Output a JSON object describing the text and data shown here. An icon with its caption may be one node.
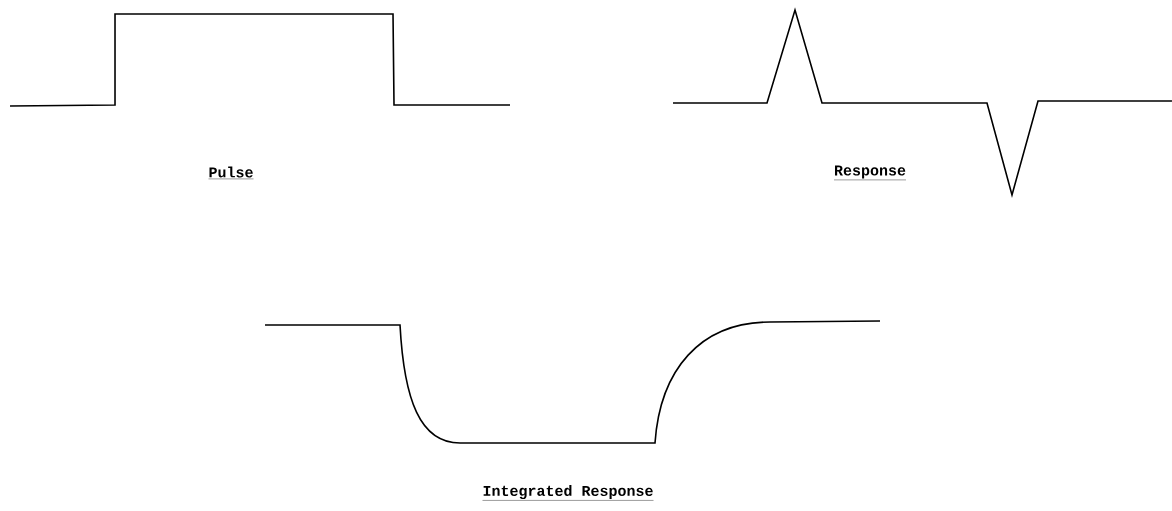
{
  "diagram": {
    "labels": [
      "Pulse",
      "Response",
      "Integrated Response"
    ]
  }
}
